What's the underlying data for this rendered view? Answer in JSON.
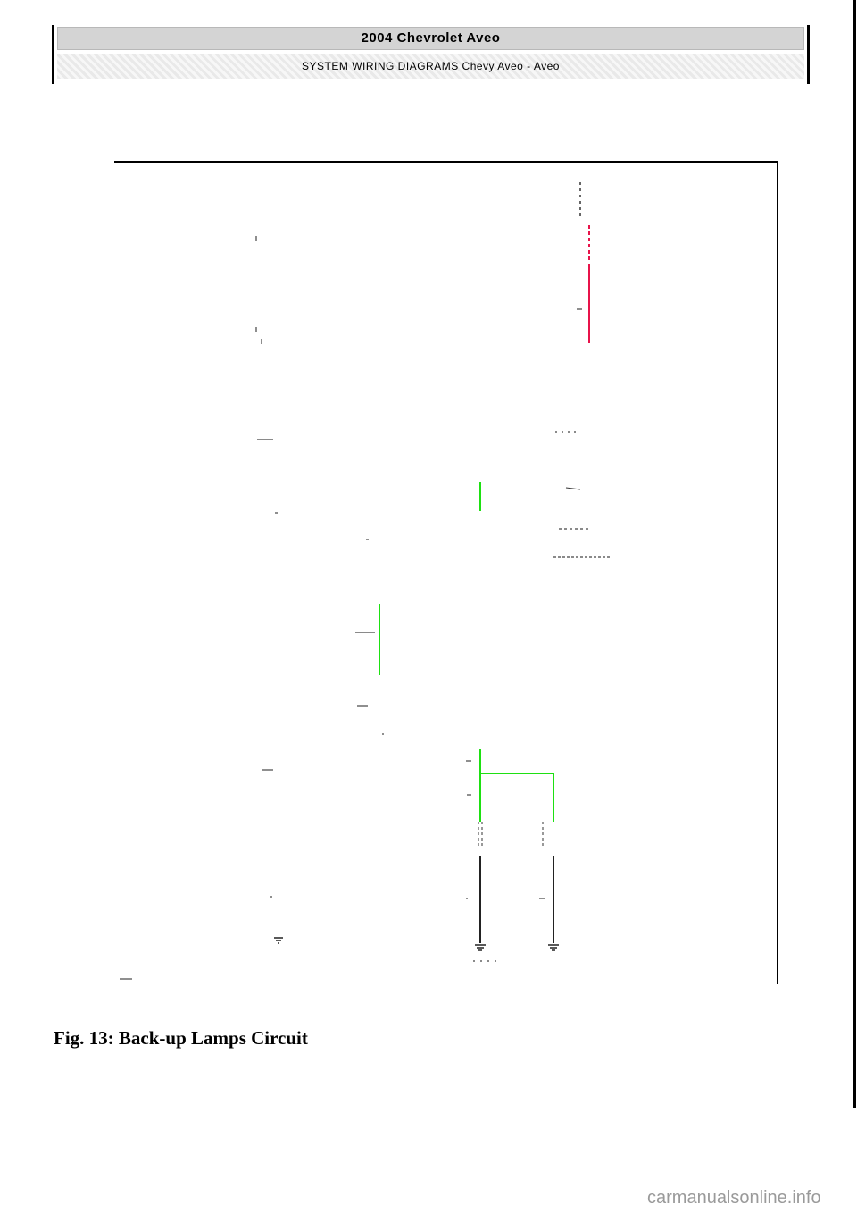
{
  "header": {
    "title": "2004 Chevrolet Aveo",
    "subtitle": "SYSTEM WIRING DIAGRAMS Chevy Aveo - Aveo"
  },
  "caption": "Fig. 13: Back-up Lamps Circuit",
  "watermark": "carmanualsonline.info",
  "colors": {
    "wire_red": "#e8134a",
    "wire_green": "#1ee012",
    "wire_black": "#222222"
  }
}
